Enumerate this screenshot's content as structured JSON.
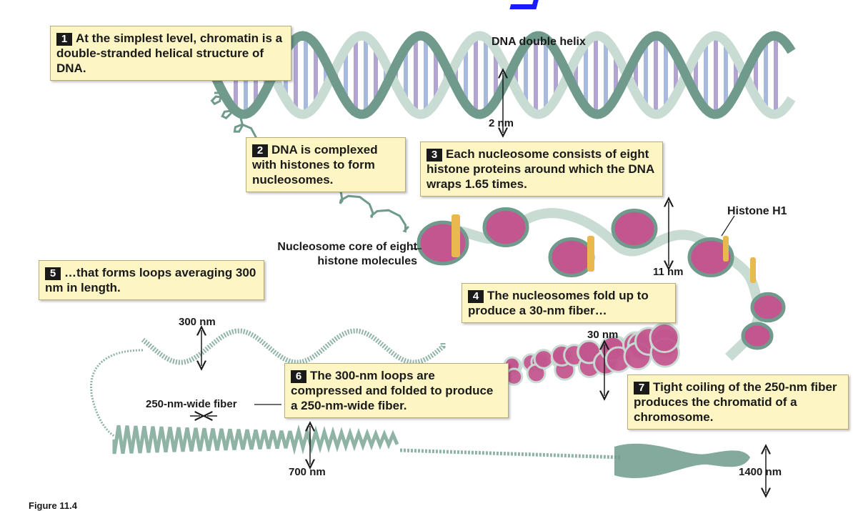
{
  "callouts": [
    {
      "num": "1",
      "text": "At the simplest level, chromatin is a double-stranded helical structure of DNA."
    },
    {
      "num": "2",
      "text": "DNA is complexed with histones to form nucleosomes."
    },
    {
      "num": "3",
      "text": "Each nucleosome consists of eight histone proteins around which the DNA wraps 1.65 times."
    },
    {
      "num": "4",
      "text": "The nucleosomes fold up to produce a 30-nm fiber…"
    },
    {
      "num": "5",
      "text": "…that forms loops averaging 300 nm in length."
    },
    {
      "num": "6",
      "text": "The 300-nm loops are compressed and folded to produce a 250-nm-wide fiber."
    },
    {
      "num": "7",
      "text": "Tight coiling of the 250-nm fiber produces the chromatid of a chromosome."
    }
  ],
  "labels": {
    "dna_double_helix": "DNA double helix",
    "nm2": "2 nm",
    "histone_h1": "Histone H1",
    "nucleosome_core": "Nucleosome core of eight histone molecules",
    "nm11": "11 nm",
    "nm30": "30 nm",
    "nm300": "300 nm",
    "fiber250": "250-nm-wide fiber",
    "nm700": "700 nm",
    "nm1400": "1400 nm"
  },
  "caption": "Figure 11.4",
  "colors": {
    "backbone_dark": "#6f9a8c",
    "backbone_light": "#c8dcd3",
    "base_purple": "#a99bd1",
    "base_blue": "#9fb2dc",
    "histone_pink": "#c2578f",
    "histone_h1_orange": "#e9b94f",
    "fiber_green": "#8fb4a5",
    "callout_bg": "#fdf6c4",
    "title_blue": "#1a1aff"
  }
}
